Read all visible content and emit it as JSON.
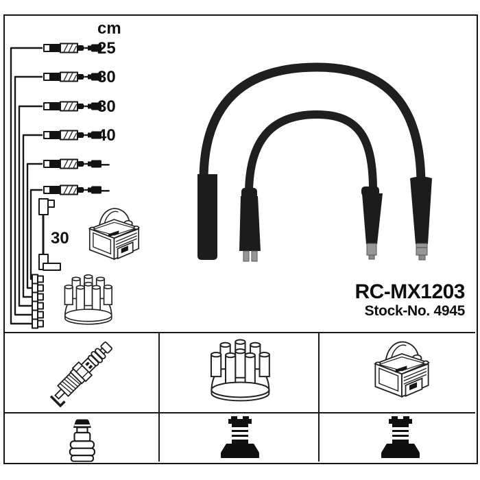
{
  "product": {
    "part_number": "RC-MX1203",
    "stock_number": "Stock-No. 4945"
  },
  "schematic": {
    "unit_label": "cm",
    "cable_lengths": [
      "25",
      "30",
      "30",
      "40",
      "–",
      "–"
    ],
    "coil_cable_length": "30"
  },
  "legend": {
    "row1_icons": [
      "spark-plug",
      "distributor-cap",
      "ignition-coil"
    ],
    "row2_icons": [
      "terminal-connector",
      "din-connector",
      "din-connector"
    ]
  },
  "colors": {
    "ink": "#1a1a1a",
    "cable_black": "#1f1f1f",
    "boot_black": "#1c1c1c",
    "terminal_gray": "#969696",
    "background": "#ffffff"
  }
}
